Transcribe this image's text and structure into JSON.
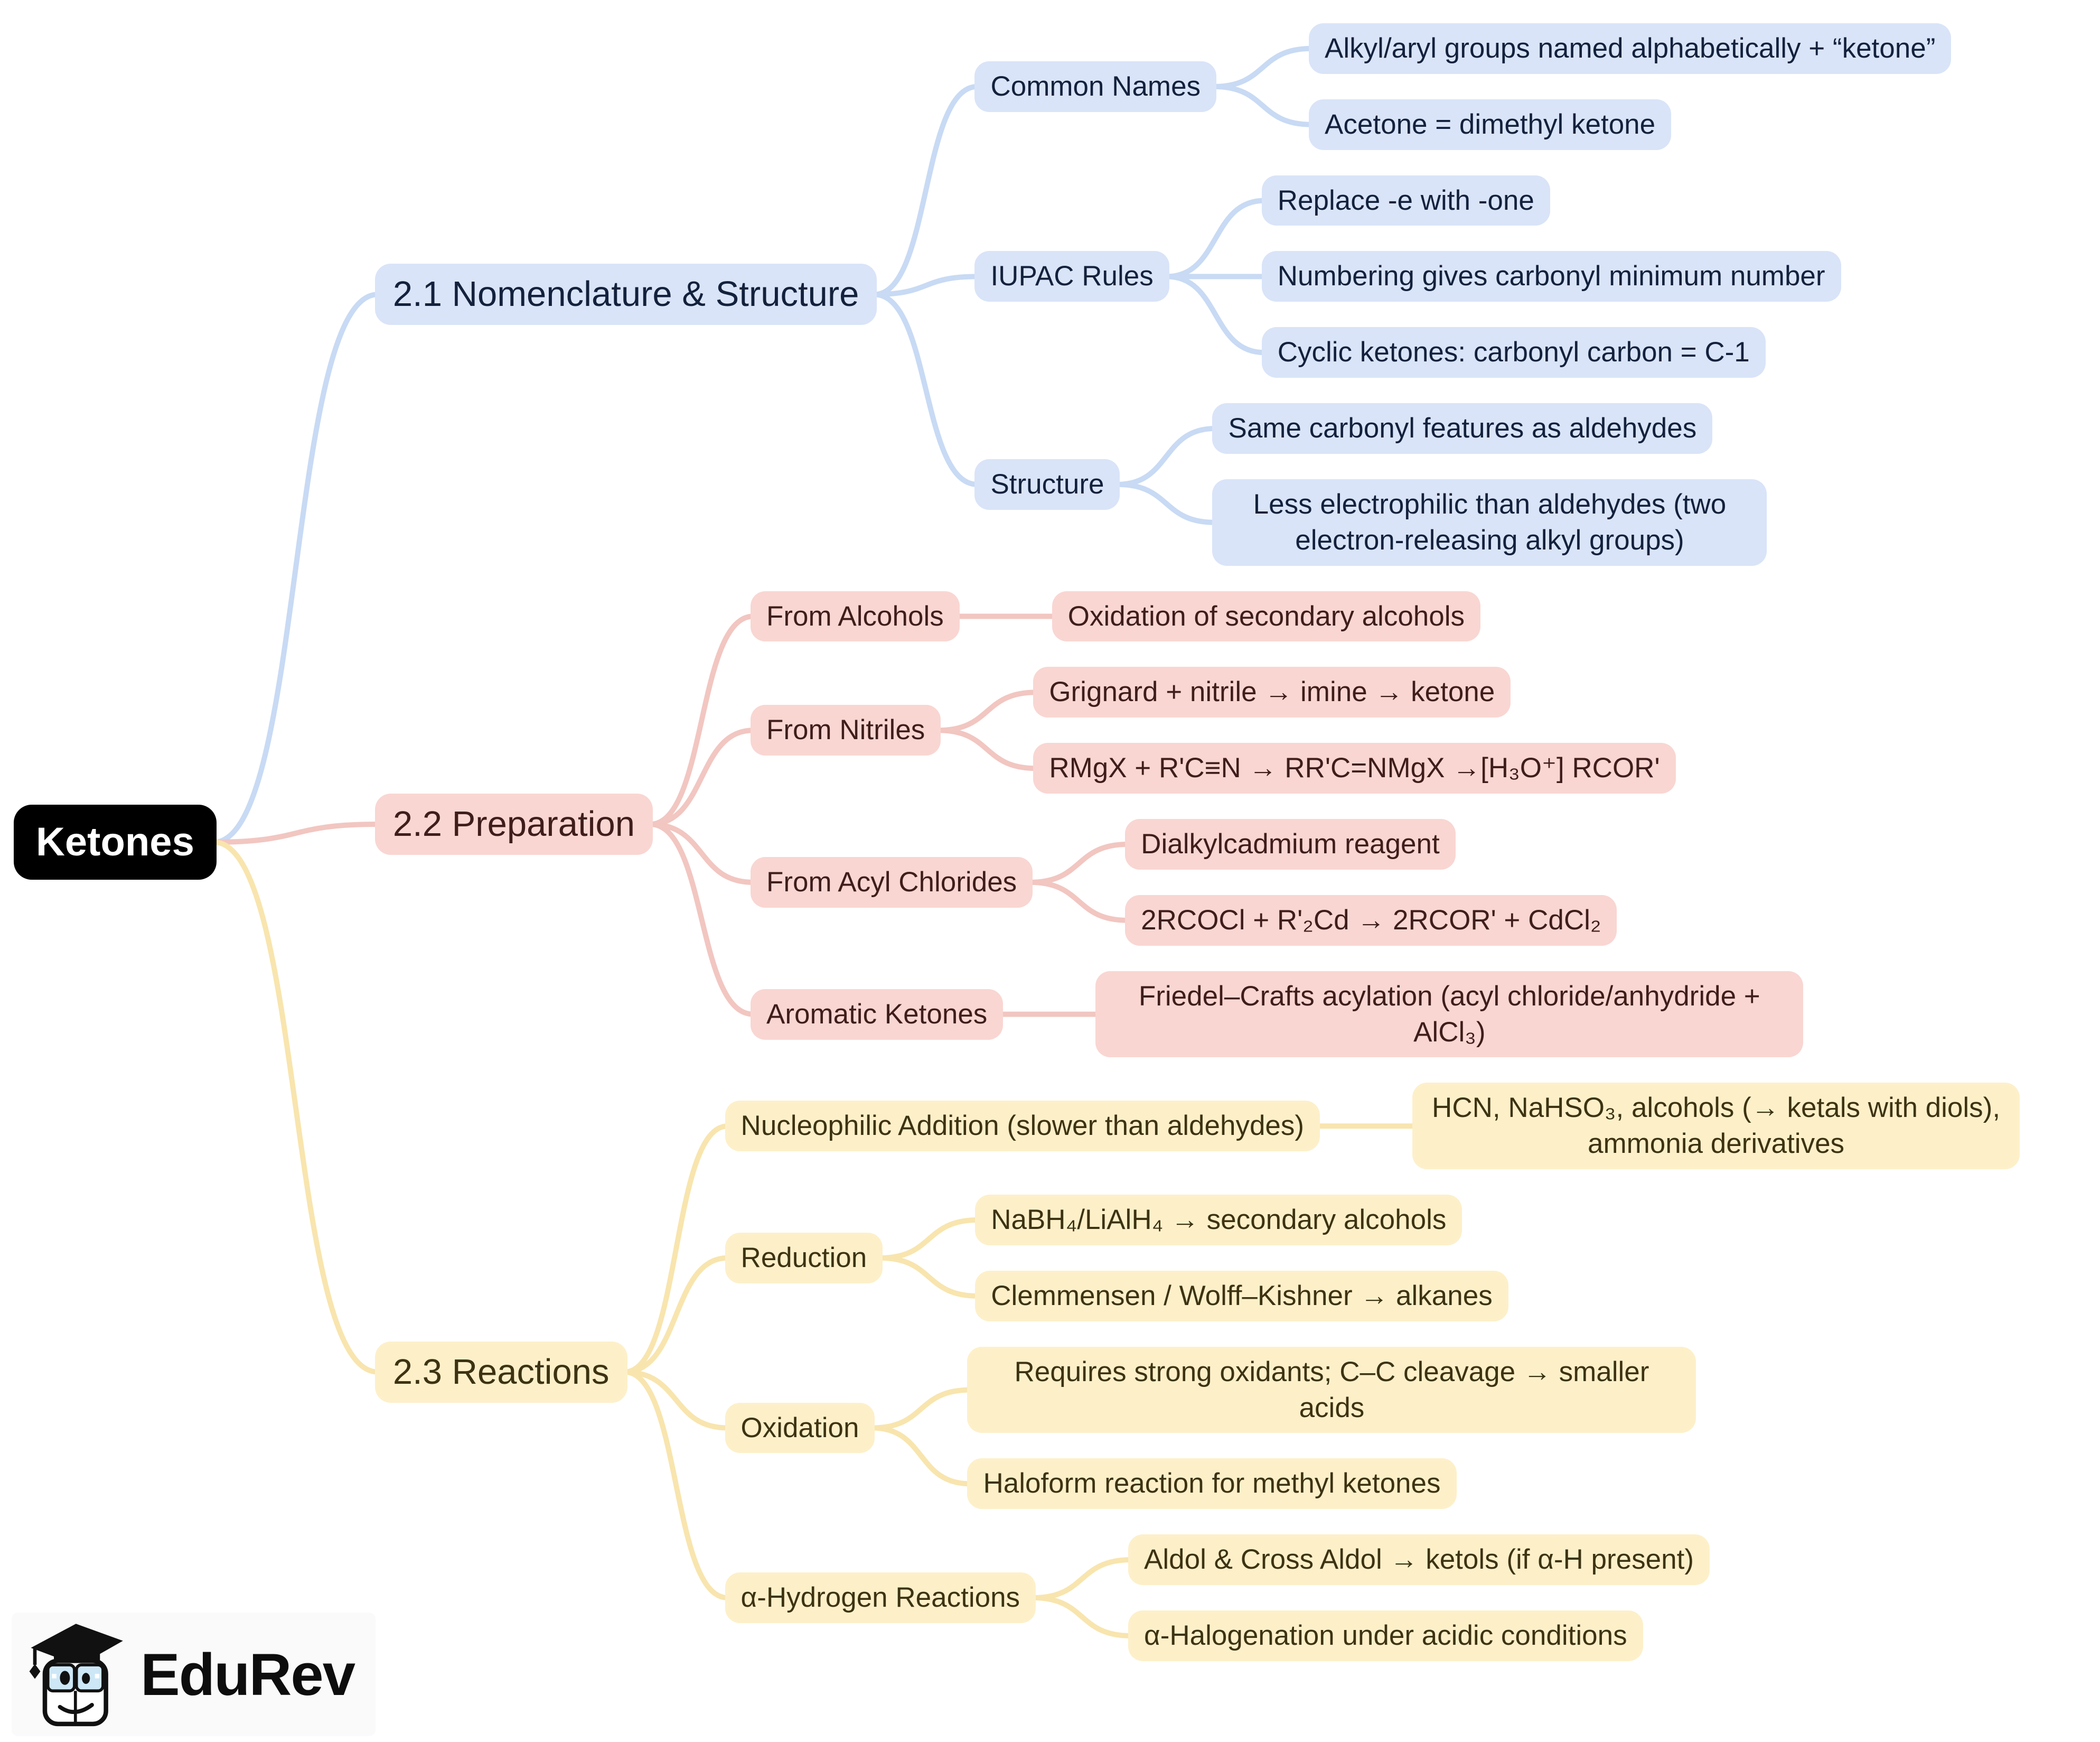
{
  "root": {
    "id": "ketones",
    "label": "Ketones"
  },
  "branches": [
    {
      "id": "nomenclature-structure",
      "label": "2.1 Nomenclature & Structure",
      "color_key": "blue",
      "children": [
        {
          "id": "common-names",
          "label": "Common Names",
          "leaves": [
            {
              "id": "alkyl-aryl",
              "label": "Alkyl/aryl groups named alphabetically + “ketone”"
            },
            {
              "id": "acetone",
              "label": "Acetone = dimethyl ketone"
            }
          ]
        },
        {
          "id": "iupac-rules",
          "label": "IUPAC Rules",
          "leaves": [
            {
              "id": "replace-e",
              "label": "Replace -e with -one"
            },
            {
              "id": "numbering",
              "label": "Numbering gives carbonyl minimum number"
            },
            {
              "id": "cyclic-ketones",
              "label": "Cyclic ketones: carbonyl carbon = C-1"
            }
          ]
        },
        {
          "id": "structure",
          "label": "Structure",
          "leaves": [
            {
              "id": "same-carbonyl",
              "label": "Same carbonyl features as aldehydes"
            },
            {
              "id": "less-electrophilic",
              "label": "Less electrophilic than aldehydes (two electron-releasing alkyl groups)"
            }
          ]
        }
      ]
    },
    {
      "id": "preparation",
      "label": "2.2 Preparation",
      "color_key": "pink",
      "children": [
        {
          "id": "from-alcohols",
          "label": "From Alcohols",
          "leaves": [
            {
              "id": "oxidation-secondary",
              "label": "Oxidation of secondary alcohols"
            }
          ]
        },
        {
          "id": "from-nitriles",
          "label": "From Nitriles",
          "leaves": [
            {
              "id": "grignard-nitrile",
              "label": "Grignard + nitrile → imine → ketone"
            },
            {
              "id": "rmgx-equation",
              "label": "RMgX + R'C≡N → RR'C=NMgX →[H₃O⁺] RCOR'"
            }
          ]
        },
        {
          "id": "from-acyl-chlorides",
          "label": "From Acyl Chlorides",
          "leaves": [
            {
              "id": "dialkylcadmium",
              "label": "Dialkylcadmium reagent"
            },
            {
              "id": "rcocl-equation",
              "label": "2RCOCl + R'₂Cd → 2RCOR' + CdCl₂"
            }
          ]
        },
        {
          "id": "aromatic-ketones",
          "label": "Aromatic Ketones",
          "leaves": [
            {
              "id": "friedel-crafts",
              "label": "Friedel–Crafts acylation (acyl chloride/anhydride + AlCl₃)"
            }
          ]
        }
      ]
    },
    {
      "id": "reactions",
      "label": "2.3 Reactions",
      "color_key": "yellow",
      "children": [
        {
          "id": "nucleophilic-addition",
          "label": "Nucleophilic Addition (slower than aldehydes)",
          "leaves": [
            {
              "id": "hcn-reagents",
              "label": "HCN, NaHSO₃, alcohols (→ ketals with diols), ammonia derivatives"
            }
          ]
        },
        {
          "id": "reduction",
          "label": "Reduction",
          "leaves": [
            {
              "id": "nabh4-lialh4",
              "label": "NaBH₄/LiAlH₄ → secondary alcohols"
            },
            {
              "id": "clemmensen",
              "label": "Clemmensen / Wolff–Kishner → alkanes"
            }
          ]
        },
        {
          "id": "oxidation",
          "label": "Oxidation",
          "leaves": [
            {
              "id": "strong-oxidants",
              "label": "Requires strong oxidants; C–C cleavage → smaller acids"
            },
            {
              "id": "haloform",
              "label": "Haloform reaction for methyl ketones"
            }
          ]
        },
        {
          "id": "alpha-hydrogen",
          "label": "α-Hydrogen Reactions",
          "leaves": [
            {
              "id": "aldol",
              "label": "Aldol & Cross Aldol → ketols (if α-H present)"
            },
            {
              "id": "alpha-halogenation",
              "label": "α-Halogenation under acidic conditions"
            }
          ]
        }
      ]
    }
  ],
  "palette": {
    "blue": {
      "fill": "#d9e4f8",
      "text": "#13213c",
      "edge": "#c8daf4"
    },
    "pink": {
      "fill": "#f9d6d2",
      "text": "#3f1d1a",
      "edge": "#f2c6c1"
    },
    "yellow": {
      "fill": "#fdf0c9",
      "text": "#3d3312",
      "edge": "#f8e5ae"
    },
    "root": {
      "fill": "#000000",
      "text": "#ffffff"
    }
  },
  "logo": {
    "text": "EduRev"
  }
}
